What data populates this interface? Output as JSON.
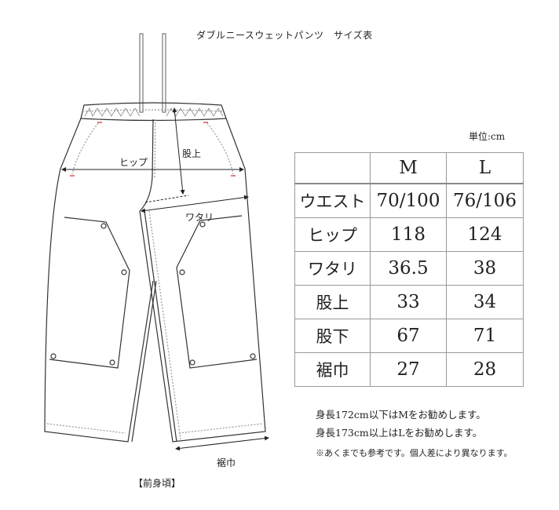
{
  "title": "ダブルニースウェットパンツ　サイズ表",
  "unit": "単位:cm",
  "diagram": {
    "hip": "ヒップ",
    "rise": "股上",
    "thigh": "ワタリ",
    "hem": "裾巾",
    "caption": "【前身頃】"
  },
  "table": {
    "headers": [
      "",
      "M",
      "L"
    ],
    "rows": [
      {
        "label": "ウエスト",
        "m": "70/100",
        "l": "76/106"
      },
      {
        "label": "ヒップ",
        "m": "118",
        "l": "124"
      },
      {
        "label": "ワタリ",
        "m": "36.5",
        "l": "38"
      },
      {
        "label": "股上",
        "m": "33",
        "l": "34"
      },
      {
        "label": "股下",
        "m": "67",
        "l": "71"
      },
      {
        "label": "裾巾",
        "m": "27",
        "l": "28"
      }
    ]
  },
  "notes": [
    "身長172cm以下はMをお勧めします。",
    "身長173cm以上はLをお勧めします。",
    "※あくまでも参考です。個人差により異なります。"
  ]
}
